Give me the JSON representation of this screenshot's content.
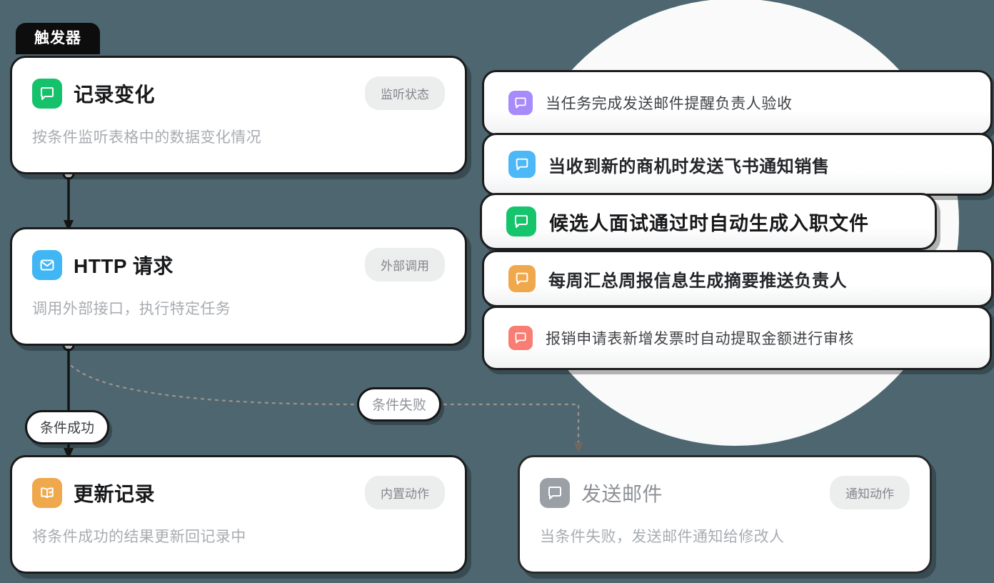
{
  "canvas": {
    "background": "#4d6670"
  },
  "flow": {
    "tab_label": "触发器",
    "nodes": [
      {
        "title": "记录变化",
        "badge": "监听状态",
        "desc": "按条件监听表格中的数据变化情况",
        "icon": "speech-bubble-icon",
        "icon_color": "#15c26b"
      },
      {
        "title": "HTTP 请求",
        "badge": "外部调用",
        "desc": "调用外部接口，执行特定任务",
        "icon": "envelope-icon",
        "icon_color": "#41b6f5"
      },
      {
        "title": "更新记录",
        "badge": "内置动作",
        "desc": "将条件成功的结果更新回记录中",
        "icon": "book-check-icon",
        "icon_color": "#f0a84d"
      },
      {
        "title": "发送邮件",
        "badge": "通知动作",
        "desc": "当条件失败，发送邮件通知给修改人",
        "icon": "speech-bubble-icon",
        "icon_color": "#9aa0a6"
      }
    ],
    "edges": {
      "success_label": "条件成功",
      "fail_label": "条件失败"
    }
  },
  "templates": {
    "items": [
      {
        "label": "当任务完成发送邮件提醒负责人验收",
        "icon": "speech-bubble-icon",
        "icon_color": "#a78bfa"
      },
      {
        "label": "当收到新的商机时发送飞书通知销售",
        "icon": "speech-bubble-icon",
        "icon_color": "#4cb8f8"
      },
      {
        "label": "候选人面试通过时自动生成入职文件",
        "icon": "speech-bubble-icon",
        "icon_color": "#16c46c"
      },
      {
        "label": "每周汇总周报信息生成摘要推送负责人",
        "icon": "speech-bubble-icon",
        "icon_color": "#f0a84d"
      },
      {
        "label": "报销申请表新增发票时自动提取金额进行审核",
        "icon": "speech-bubble-icon",
        "icon_color": "#f87d73"
      }
    ]
  }
}
